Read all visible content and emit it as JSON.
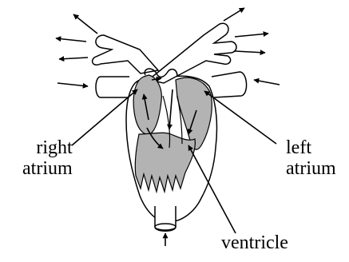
{
  "labels": {
    "right_atrium_line1": "right",
    "right_atrium_line2": "atrium",
    "left_atrium_line1": "left",
    "left_atrium_line2": "atrium",
    "ventricle": "ventricle"
  },
  "colors": {
    "outline": "#000000",
    "chamber_fill": "#b3b3b3",
    "vessel_fill": "#ffffff",
    "background": "#ffffff"
  }
}
